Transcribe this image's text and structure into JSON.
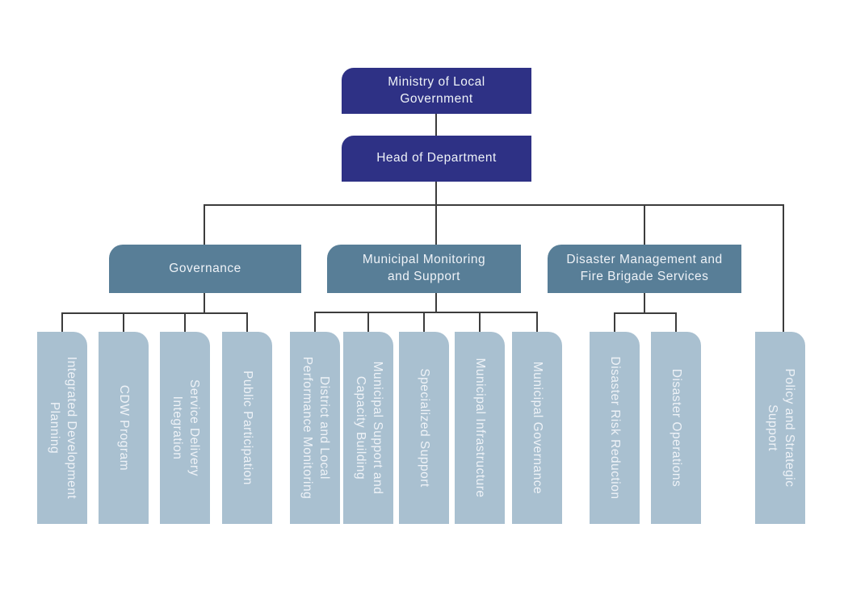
{
  "palette": {
    "navy": "#2e3185",
    "steel": "#587e97",
    "light": "#a9c0d0",
    "line": "#3c3c3c",
    "text": "#eef2f7"
  },
  "org": {
    "root": {
      "label": "Ministry of Local\nGovernment"
    },
    "head": {
      "label": "Head of Department"
    },
    "branches": [
      {
        "label": "Governance",
        "children": [
          {
            "label": "Integrated Development\nPlanning"
          },
          {
            "label": "CDW Program"
          },
          {
            "label": "Service Delivery\nIntegration"
          },
          {
            "label": "Public Participation"
          }
        ]
      },
      {
        "label": "Municipal Monitoring\nand Support",
        "children": [
          {
            "label": "District and Local\nPerformance Monitoring"
          },
          {
            "label": "Municipal Support and\nCapacity Building"
          },
          {
            "label": "Specialized Support"
          },
          {
            "label": "Municipal Infrastructure"
          },
          {
            "label": "Municipal Governance"
          }
        ]
      },
      {
        "label": "Disaster Management and\nFire Brigade Services",
        "children": [
          {
            "label": "Disaster Risk Reduction"
          },
          {
            "label": "Disaster Operations"
          }
        ]
      }
    ],
    "standalone": {
      "label": "Policy and Strategic\nSupport"
    }
  }
}
